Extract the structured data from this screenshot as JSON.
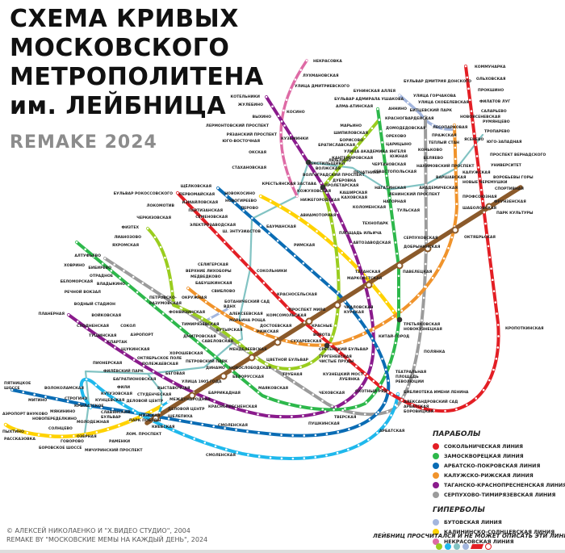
{
  "title": {
    "lines": [
      "СХЕМА КРИВЫХ",
      "МОСКОВСКОГО",
      "МЕТРОПОЛИТЕНА",
      "им. ЛЕЙБНИЦА"
    ],
    "subtitle": "REMAKE 2024"
  },
  "colors": {
    "red": "#e31e24",
    "green": "#2db84b",
    "blue": "#0a6cb4",
    "orange": "#f0932b",
    "purple": "#8a1b8c",
    "grey": "#9b9b9b",
    "butovo": "#a3b6de",
    "yellow": "#ffd200",
    "pink": "#de6aa5",
    "lightgreen": "#9acd1f",
    "cyan": "#1fb8ec",
    "teal": "#82c3c3",
    "brown": "#8b5a2b",
    "mcd": "#e31e24"
  },
  "legend": {
    "parabolas_heading": "ПАРАБОЛЫ",
    "parabolas": [
      {
        "name": "СОКОЛЬНИЧЕСКАЯ ЛИНИЯ",
        "color": "#e31e24"
      },
      {
        "name": "ЗАМОСКВОРЕЦКАЯ ЛИНИЯ",
        "color": "#2db84b"
      },
      {
        "name": "АРБАТСКО-ПОКРОВСКАЯ  ЛИНИЯ",
        "color": "#0a6cb4"
      },
      {
        "name": "КАЛУЖСКО-РИЖСКАЯ  ЛИНИЯ",
        "color": "#f0932b"
      },
      {
        "name": "ТАГАНСКО-КРАСНОПРЕСНЕНСКАЯ ЛИНИЯ",
        "color": "#8a1b8c"
      },
      {
        "name": "СЕРПУХОВО-ТИМИРЯЗЕВСКАЯ ЛИНИЯ",
        "color": "#9b9b9b"
      }
    ],
    "hyperbolas_heading": "ГИПЕРБОЛЫ",
    "hyperbolas": [
      {
        "name": "БУТОВСКАЯ ЛИНИЯ",
        "color": "#a3b6de"
      },
      {
        "name": "КАЛИНИНСКО-СОЛНЦЕВСКАЯ ЛИНИЯ",
        "color": "#ffd200"
      },
      {
        "name": "НЕКРАСОВСКАЯ ЛИНИЯ",
        "color": "#de6aa5"
      }
    ],
    "footer": "ЛЕЙБНИЦ ПРОСЧИТАЛСЯ И НЕ МОЖЕТ ОПИСАТЬ ЭТИ ЛИНИИ:",
    "undescribed_colors": [
      "#9acd1f",
      "#1fb8ec",
      "#82c3c3",
      "#a3b6de"
    ]
  },
  "credits": [
    "© АЛЕКСЕЙ НИКОЛАЕНКО И \"Х.ВИДЕО СТУДИО\", 2004",
    "REMAKE BY \"МОСКОВСКИЕ МЕМЫ НА КАЖДЫЙ ДЕНЬ\", 2024"
  ],
  "stations": {
    "red": [
      "КОММУНАРКА",
      "ОЛЬХОВСКАЯ",
      "ПРОКШИНО",
      "ФИЛАТОВ ЛУГ",
      "САЛАРЬЕВО",
      "РУМЯНЦЕВО",
      "ТРОПАРЕВО",
      "ЮГО-ЗАПАДНАЯ",
      "ПРОСПЕКТ ВЕРНАДСКОГО",
      "УНИВЕРСИТЕТ",
      "ВОРОБЬЕВЫ ГОРЫ",
      "СПОРТИВНАЯ",
      "ФРУНЗЕНСКАЯ",
      "ПАРК КУЛЬТУРЫ",
      "КРОПОТКИНСКАЯ",
      "БИБЛИОТЕКА ИМЕНИ ЛЕНИНА",
      "АЛЕКСАНДРОВСКИЙ САД",
      "АРБАТСКАЯ",
      "БОРОВИЦКАЯ",
      "ОХОТНЫЙ РЯД",
      "КУЗНЕЦКИЙ МОСТ",
      "ЛУБЯНКА",
      "ТУРГЕНЕВСКАЯ",
      "ЧИСТЫЕ ПРУДЫ",
      "СРЕТЕНСКИЙ БУЛЬВАР",
      "КРАСНЫЕ",
      "ВОРОТА",
      "КОМСОМОЛЬСКАЯ",
      "КРАСНОСЕЛЬСКАЯ",
      "СОКОЛЬНИКИ",
      "ЧЕРКИЗОВСКАЯ",
      "ЛОКОМОТИВ",
      "БУЛЬВАР РОКОССОВСКОГО"
    ],
    "green": [
      "АЛМА-АТИНСКАЯ",
      "КРАСНОГВАРДЕЙСКАЯ",
      "ДОМОДЕДОВСКАЯ",
      "ОРЕХОВО",
      "ЦАРИЦЫНО",
      "КАНТЕМИРОВСКАЯ",
      "КАШИРСКАЯ",
      "КОЛОМЕНСКАЯ",
      "ТЕХНОПАРК",
      "АВТОЗАВОДСКАЯ",
      "ПАВЕЛЕЦКАЯ",
      "ТРЕТЬЯКОВСКАЯ",
      "НОВОКУЗНЕЦКАЯ",
      "ТЕАТРАЛЬНАЯ",
      "ПЛОЩАДЬ",
      "РЕВОЛЮЦИИ",
      "ТВЕРСКАЯ",
      "МАЯКОВСКАЯ",
      "БЕЛОРУССКАЯ",
      "ДИНАМО",
      "АЭРОПОРТ",
      "СОКОЛ",
      "ВОЙКОВСКАЯ",
      "ВОДНЫЙ СТАДИОН",
      "РЕЧНОЙ ВОКЗАЛ",
      "БЕЛОМОРСКАЯ",
      "ХОВРИНО"
    ],
    "blue": [
      "ЩЁЛКОВСКАЯ",
      "ПЕРВОМАЙСКАЯ",
      "ИЗМАЙЛОВСКАЯ",
      "ПАРТИЗАНСКАЯ",
      "СЕМЕНОВСКАЯ",
      "ЭЛЕКТРОЗАВОДСКАЯ",
      "БАУМАНСКАЯ",
      "СМОЛЕНСКАЯ",
      "КИЕВСКАЯ",
      "ПАРК ПОБЕДЫ",
      "СЛАВЯНСКИЙ",
      "БУЛЬВАР",
      "КУНЦЕВСКАЯ",
      "МОЛОДЕЖНАЯ",
      "КРЫЛАТСКОЕ",
      "СТРОГИНО",
      "МЯКИНИНО",
      "ВОЛОКОЛАМСКАЯ",
      "МИТИНО",
      "ПЯТНИЦКОЕ",
      "ШОССЕ"
    ],
    "cyan": [
      "АРБАТСКАЯ",
      "СМОЛЕНСКАЯ",
      "СТУДЕНЧЕСКАЯ",
      "КУТУЗОВСКАЯ",
      "ФИЛИ",
      "БАГРАТИОНОВСКАЯ",
      "ФИЛЁВСКИЙ ПАРК",
      "ПИОНЕРСКАЯ",
      "ВЫСТАВОЧНАЯ",
      "МЕЖДУНАРОДНАЯ"
    ],
    "orange": [
      "НОВОЯСЕНЕВСКАЯ",
      "ЯСЕНЕВО",
      "ТЕПЛЫЙ СТАН",
      "КОНЬКОВО",
      "БЕЛЯЕВО",
      "КАЛУЖСКАЯ",
      "НОВЫЕ ЧЕРЕМУШКИ",
      "ПРОФСОЮЗНАЯ",
      "АКАДЕМИЧЕСКАЯ",
      "ЛЕНИНСКИЙ ПРОСПЕКТ",
      "ШАБОЛОВСКАЯ",
      "ОКТЯБРЬСКАЯ",
      "КИТАЙ-ГОРОД",
      "СУХАРЕВСКАЯ",
      "ПРОСПЕКТ МИРА",
      "РИЖСКАЯ",
      "АЛЕКСЕЕВСКАЯ",
      "ВДНХ",
      "БОТАНИЧЕСКИЙ САД",
      "СВИБЛОВО",
      "БАБУШКИНСКАЯ",
      "МЕДВЕДКОВО"
    ],
    "purple": [
      "КОТЕЛЬНИКИ",
      "ЖУЛЕБИНО",
      "ЛЕРМОНТОВСКИЙ ПРОСПЕКТ",
      "ВЫХИНО",
      "РЯЗАНСКИЙ ПРОСПЕКТ",
      "КУЗЬМИНКИ",
      "ТЕКСТИЛЬЩИКИ",
      "ВОЛГОГРАДСКИЙ ПРОСПЕКТ",
      "ПРОЛЕТАРСКАЯ",
      "ТАГАНСКАЯ",
      "ПУШКИНСКАЯ",
      "БАРРИКАДНАЯ",
      "КРАСНОПРЕСНЕНСКАЯ",
      "УЛИЦА 1905 ГОДА",
      "БЕГОВАЯ",
      "ПОЛЕЖАЕВСКАЯ",
      "ОКТЯБРЬСКОЕ ПОЛЕ",
      "ЩУКИНСКАЯ",
      "СПАРТАК",
      "ТУШИНСКАЯ",
      "СХОДНЕНСКАЯ",
      "ПЛАНЕРНАЯ"
    ],
    "grey": [
      "БУЛЬВАР ДМИТРИЯ ДОНСКОГО",
      "АННИНО",
      "УЛИЦА АКАДЕМИКА ЯНГЕЛЯ",
      "ПРАЖСКАЯ",
      "ЮЖНАЯ",
      "ЧЕРТАНОВСКАЯ",
      "СЕВАСТОПОЛЬСКАЯ",
      "НАХИМОВСКИЙ ПРОСПЕКТ",
      "НАГОРНАЯ",
      "НАГАТИНСКАЯ",
      "ТУЛЬСКАЯ",
      "СЕРПУХОВСКАЯ",
      "ДОБРЫНИНСКАЯ",
      "ПОЛЯНКА",
      "ЧЕХОВСКАЯ",
      "ЦВЕТНОЙ БУЛЬВАР",
      "МЕНДЕЛЕЕВСКАЯ",
      "НОВОСЛОБОДСКАЯ",
      "САВЕЛОВСКАЯ",
      "ДМИТРОВСКАЯ",
      "ТИМИРЯЗЕВСКАЯ",
      "ПЕТРОВСКО-",
      "РАЗУМОВСКАЯ",
      "ВЛАДЫКИНО",
      "ОТРАДНОЕ",
      "БИБИРЕВО",
      "АЛТУФЬЕВО"
    ],
    "butovo": [
      "БУНИНСКАЯ АЛЛЕЯ",
      "УЛИЦА ГОРЧАКОВА",
      "БУЛЬВАР АДМИРАЛА УШАКОВА",
      "УЛИЦА СКОБЕЛЕВСКАЯ",
      "ЛЕСОПАРКОВАЯ",
      "БИТЦЕВСКИЙ ПАРК"
    ],
    "yellow": [
      "НОВОКОСИНО",
      "НОВОГИРЕЕВО",
      "ПЕРОВО",
      "Ш. ЭНТУЗИАСТОВ",
      "АВИАМОТОРНАЯ",
      "ПЛОЩАДЬ ИЛЬИЧА",
      "МАРКСИСТСКАЯ",
      "ДЕЛОВОЙ ЦЕНТР",
      "МИНСКАЯ",
      "ЛОМ. ПРОСПЕКТ",
      "РАМЕНКИ",
      "МИЧУРИНСКИЙ ПРОСПЕКТ",
      "ОЗЕРНАЯ",
      "ГОВОРОВО",
      "СОЛНЦЕВО",
      "БОРОВСКОЕ ШОССЕ",
      "НОВОПЕРЕДЕЛКИНО",
      "РАССКАЗОВКА",
      "ПЫХТИНО",
      "АЭРОПОРТ ВНУКОВО"
    ],
    "pink": [
      "НЕКРАСОВКА",
      "ЛУХМАНОВСКАЯ",
      "УЛИЦА ДМИТРИЕВСКОГО",
      "КОСИНО",
      "ЮГО-ВОСТОЧНАЯ",
      "ОКСКАЯ",
      "СТАХАНОВСКАЯ",
      "НИЖЕГОРОДСКАЯ"
    ],
    "lightgreen": [
      "ШИПИЛОВСКАЯ",
      "БОРИСОВО",
      "МАРЬИНО",
      "БРАТИСЛАВСКАЯ",
      "ЛЮБЛИНО",
      "ВОЛЖСКАЯ",
      "ПЕЧАТНИКИ",
      "КОЖУХОВСКАЯ",
      "ДУБРОВКА",
      "КРЕСТЬЯНСКАЯ ЗАСТАВА",
      "РИМСКАЯ",
      "ЧКАЛОВСКАЯ",
      "КУРСКАЯ",
      "ТРУБНАЯ",
      "ДОСТОЕВСКАЯ",
      "МАРЬИНА РОЩА",
      "БУТЫРСКАЯ",
      "ФОНВИЗИНСКАЯ",
      "ОКРУЖНАЯ",
      "ВЕРХНИЕ ЛИХОБОРЫ",
      "СЕЛИГЕРСКАЯ",
      "ЯХРОМСКАЯ",
      "ЛИАНОЗОВО",
      "ФИЗТЕХ"
    ],
    "teal": [
      "ПЕТРОВСКИЙ ПАРК",
      "ХОРОШЕВСКАЯ",
      "ШЕЛЕПИХА",
      "ДЕЛОВОЙ ЦЕНТР",
      "КАХОВСКАЯ",
      "ВАРШАВСКАЯ"
    ]
  }
}
